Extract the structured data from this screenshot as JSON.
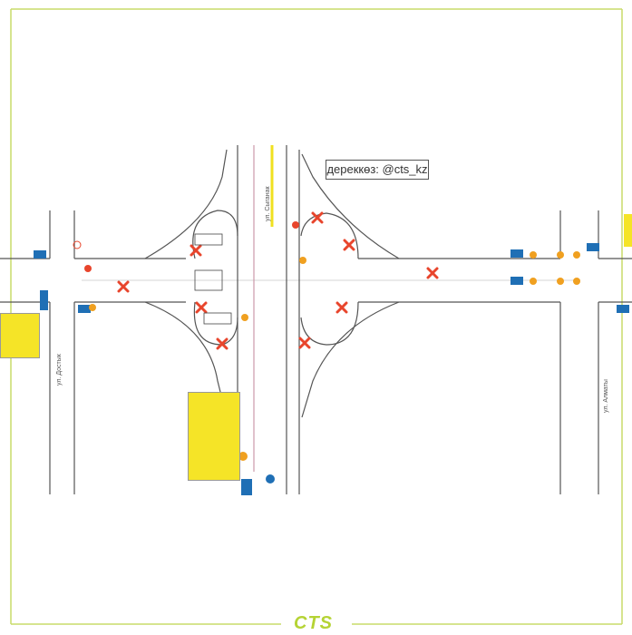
{
  "source_label": "дереккөз: @cts_kz",
  "streets": {
    "north": "ул. Сыганак",
    "west": "ул. Достык",
    "east": "ул. Алматы"
  },
  "logo": "CTS",
  "colors": {
    "frame": "#c8dc6a",
    "road": "#555555",
    "closure_mark": "#e8452c",
    "sign_blue": "#1f6fb5",
    "scheme_yellow": "#f5e427"
  },
  "icons": [
    "closure-x-icon",
    "road-sign-icon",
    "detour-scheme"
  ]
}
